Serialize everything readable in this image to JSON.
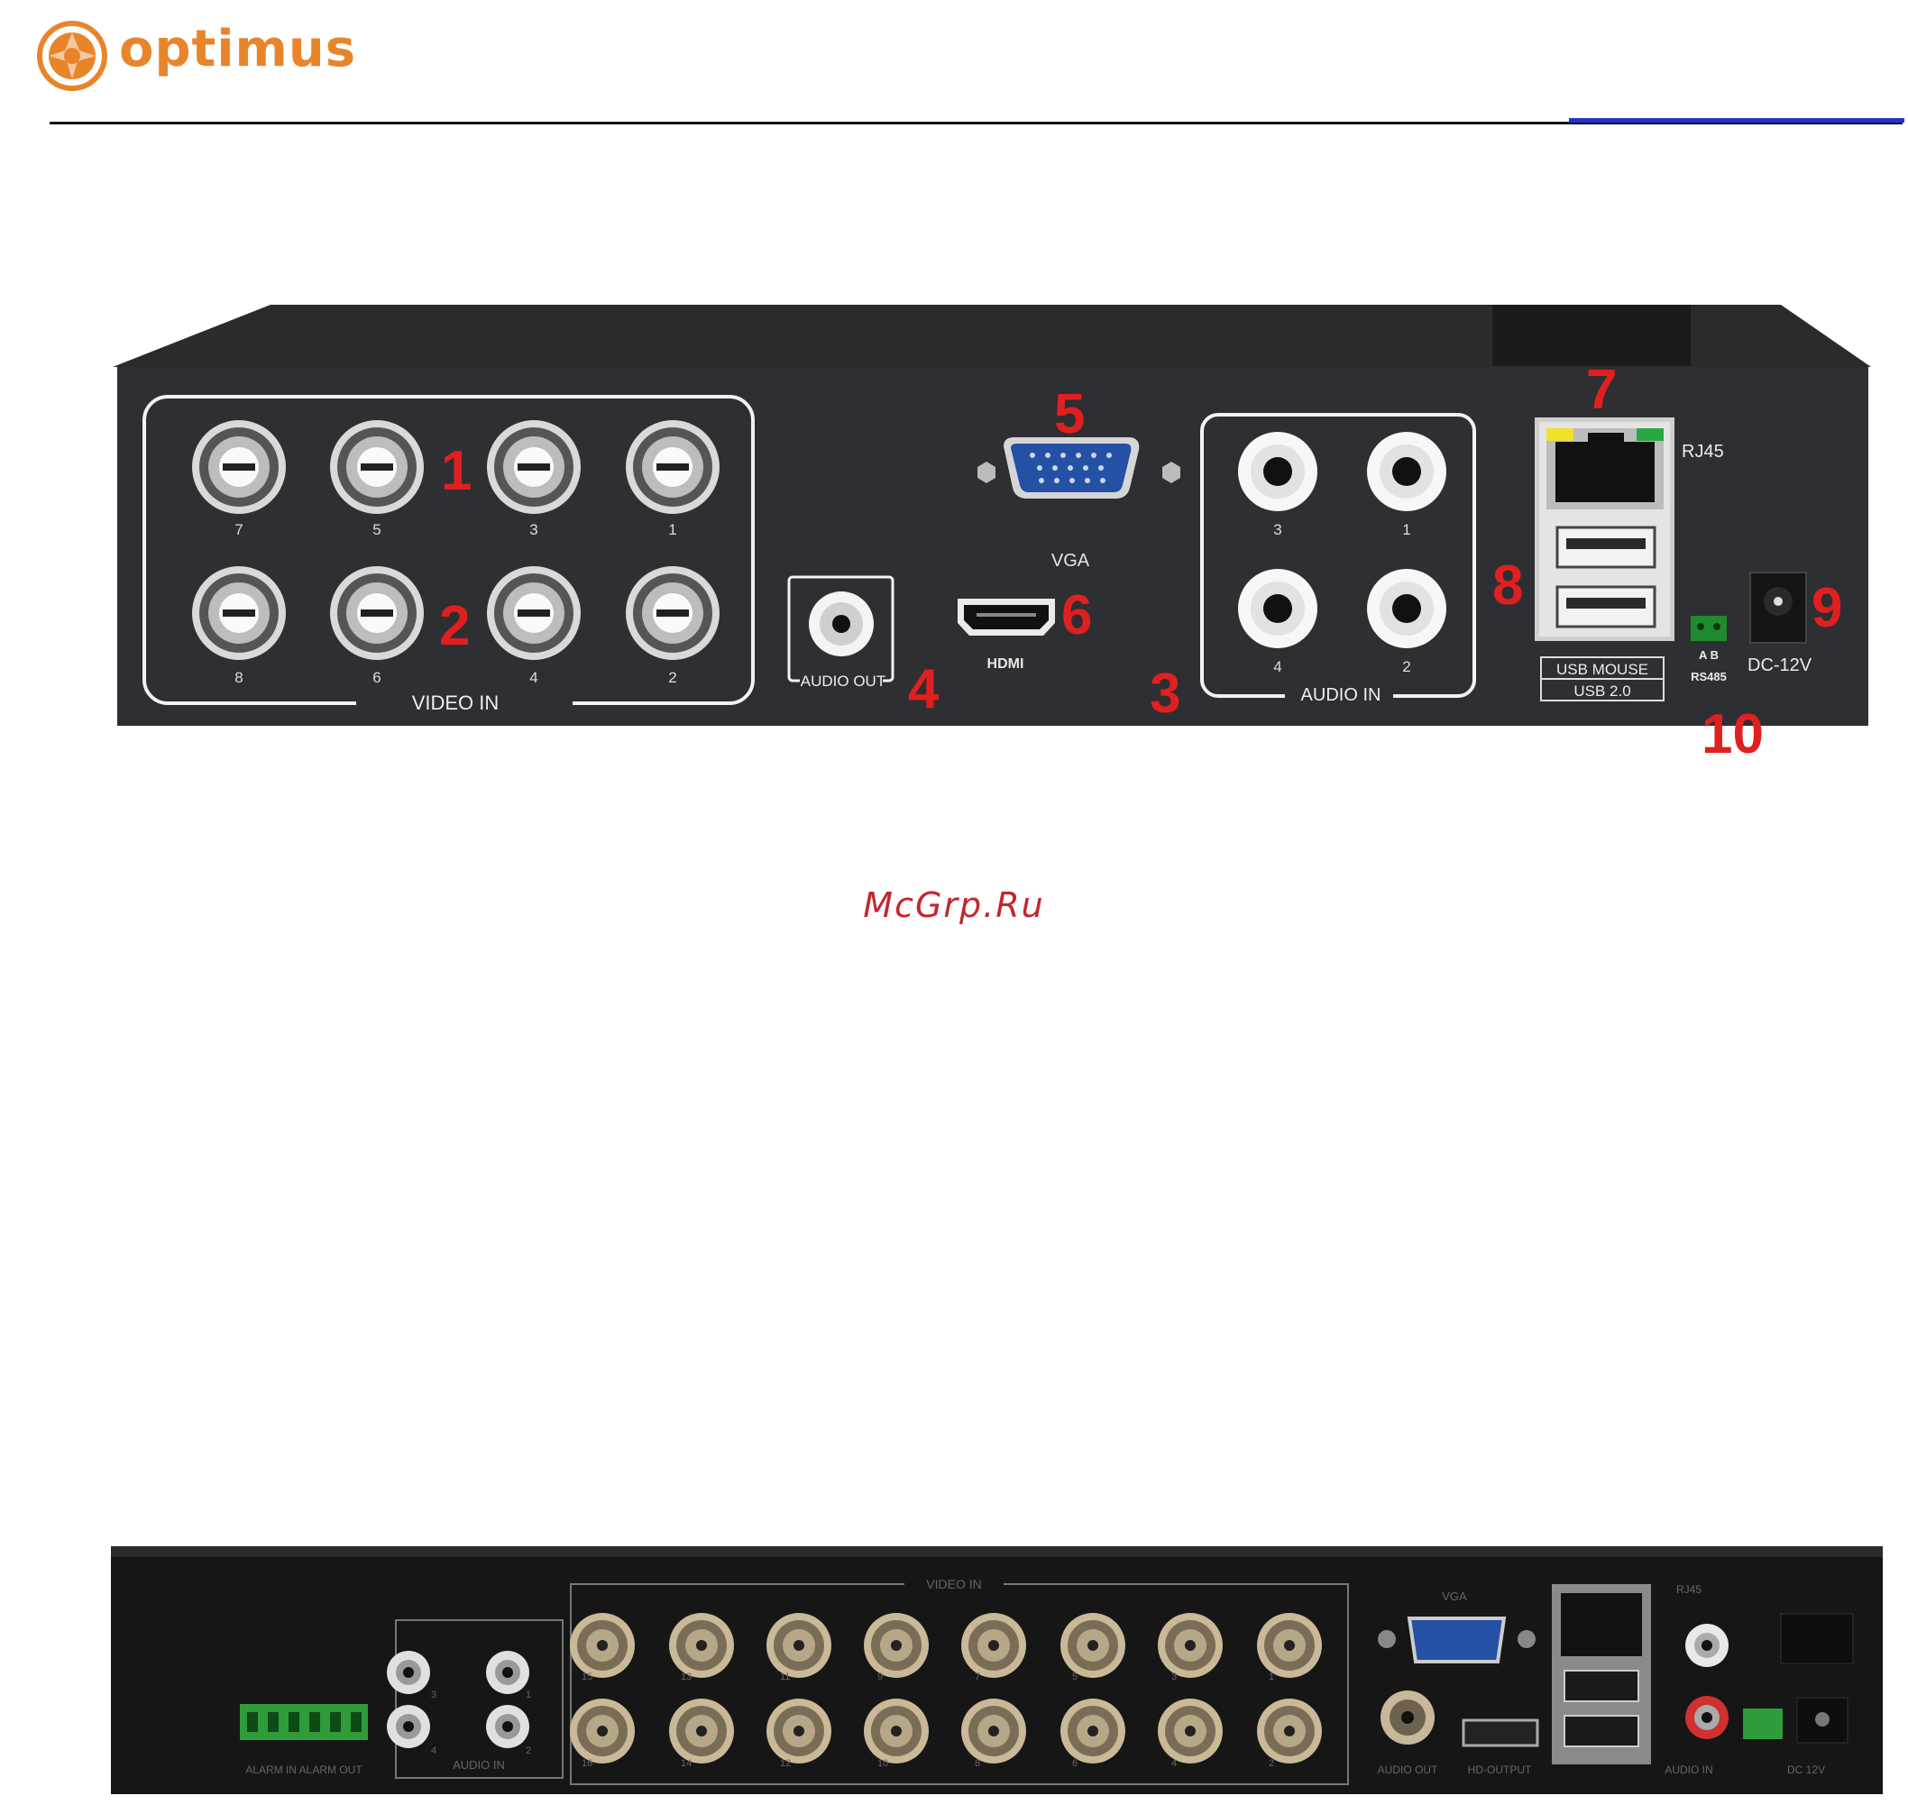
{
  "header": {
    "brand": "optimus"
  },
  "watermark": "McGrp.Ru",
  "panel_top": {
    "video_in_label": "VIDEO IN",
    "video_in_top_row": [
      "7",
      "5",
      "3",
      "1"
    ],
    "video_in_bottom_row": [
      "8",
      "6",
      "4",
      "2"
    ],
    "audio_out_label": "AUDIO OUT",
    "vga_label": "VGA",
    "hdmi_label": "HDMI",
    "audio_in_label": "AUDIO  IN",
    "audio_in_top_row": [
      "3",
      "1"
    ],
    "audio_in_bottom_row": [
      "4",
      "2"
    ],
    "rj45_label": "RJ45",
    "usb_label_1": "USB MOUSE",
    "usb_label_2": "USB 2.0",
    "rs485_ab": "A B",
    "rs485_label": "RS485",
    "dc_label": "DC-12V",
    "callouts": [
      "1",
      "2",
      "3",
      "4",
      "5",
      "6",
      "7",
      "8",
      "9",
      "10"
    ],
    "callout_color": "#e02020"
  },
  "panel_bottom": {
    "video_in_label": "VIDEO IN",
    "video_in_top_row": [
      "15",
      "13",
      "11",
      "9",
      "7",
      "5",
      "3",
      "1"
    ],
    "video_in_bottom_row": [
      "16",
      "14",
      "12",
      "10",
      "8",
      "6",
      "4",
      "2"
    ],
    "audio_in_label": "AUDIO IN",
    "audio_in_numbers": [
      "3",
      "1",
      "4",
      "2"
    ],
    "alarm_label": "ALARM IN   ALARM OUT",
    "vga_label": "VGA",
    "audio_out_label": "AUDIO OUT",
    "hd_output_label": "HD-OUTPUT",
    "rj45_label": "RJ45",
    "audio_in2_label": "AUDIO IN",
    "dc_label": "DC 12V"
  }
}
